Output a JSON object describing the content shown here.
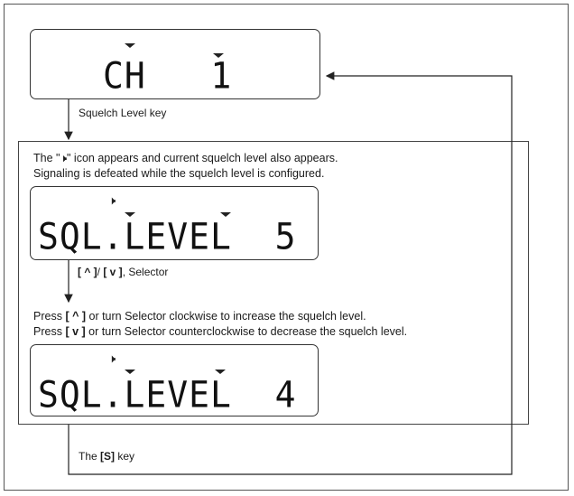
{
  "lcd1": {
    "text": "CH   1"
  },
  "lcd2": {
    "text": "SQL.LEVEL  5",
    "icon": "speaker-icon"
  },
  "lcd3": {
    "text": "SQL.LEVEL  4",
    "icon": "speaker-icon"
  },
  "label_squelch": "Squelch Level key",
  "intro_line1_a": "The \"",
  "intro_line1_b": "\" icon appears and current squelch level also appears.",
  "intro_line2": "Signaling is defeated while the squelch level is configured.",
  "keys_label": {
    "up_key": "[ ^ ]",
    "down_key": "[ v ]",
    "rest": ", Selector",
    "slash": "/ "
  },
  "press_up": {
    "prefix": "Press ",
    "key": "[ ^ ]",
    "rest": " or turn Selector clockwise to increase the squelch level."
  },
  "press_down": {
    "prefix": "Press ",
    "key": "[ v ]",
    "rest": " or turn Selector counterclockwise to decrease the squelch level."
  },
  "s_key_label": {
    "prefix": "The ",
    "key": "[S]",
    "suffix": " key"
  }
}
